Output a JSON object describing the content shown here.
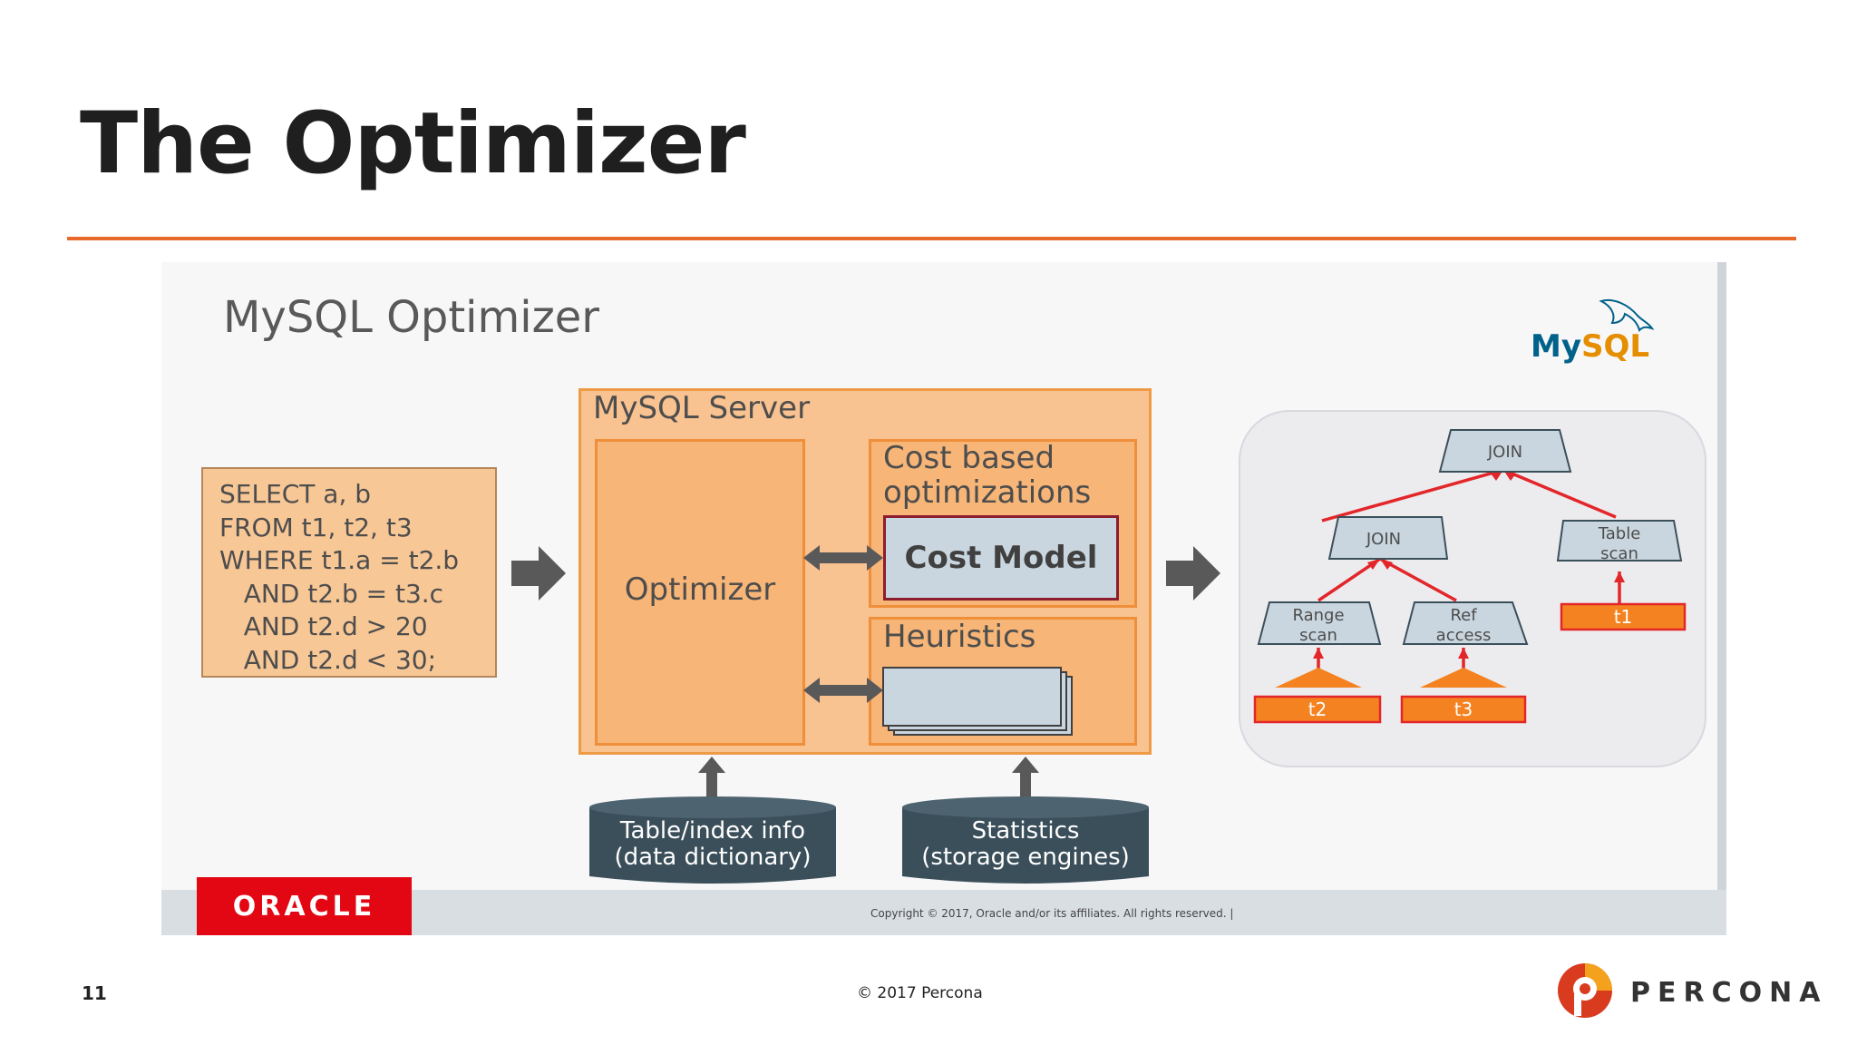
{
  "slide": {
    "title": "The Optimizer",
    "number": "11",
    "copyright": "© 2017 Percona",
    "brand": "PERCONA"
  },
  "embedded_slide": {
    "title": "MySQL Optimizer",
    "mysql_logo": {
      "my": "My",
      "sql": "SQL"
    },
    "oracle_logo": "ORACLE",
    "copyright": "Copyright © 2017, Oracle and/or its affiliates. All rights reserved.  |",
    "sql_query": [
      "SELECT a, b",
      "FROM t1, t2, t3",
      "WHERE t1.a = t2.b",
      "   AND t2.b = t3.c",
      "   AND t2.d > 20",
      "   AND t2.d < 30;"
    ],
    "server": {
      "label": "MySQL Server",
      "optimizer": "Optimizer",
      "cost_based": "Cost based optimizations",
      "cost_model": "Cost Model",
      "heuristics": "Heuristics"
    },
    "data_sources": [
      {
        "line1": "Table/index info",
        "line2": "(data dictionary)"
      },
      {
        "line1": "Statistics",
        "line2": "(storage engines)"
      }
    ],
    "plan_tree": {
      "root": "JOIN",
      "join2": "JOIN",
      "table_scan": [
        "Table",
        "scan"
      ],
      "range_scan": [
        "Range",
        "scan"
      ],
      "ref_access": [
        "Ref",
        "access"
      ],
      "tables": [
        "t1",
        "t2",
        "t3"
      ]
    },
    "colors": {
      "accent_orange": "#e8692a",
      "box_orange": "#f8c291",
      "node_blue": "#c9d6df",
      "db_dark": "#3b4f5a",
      "edge_red": "#e3262a",
      "oracle_red": "#e30613"
    }
  }
}
